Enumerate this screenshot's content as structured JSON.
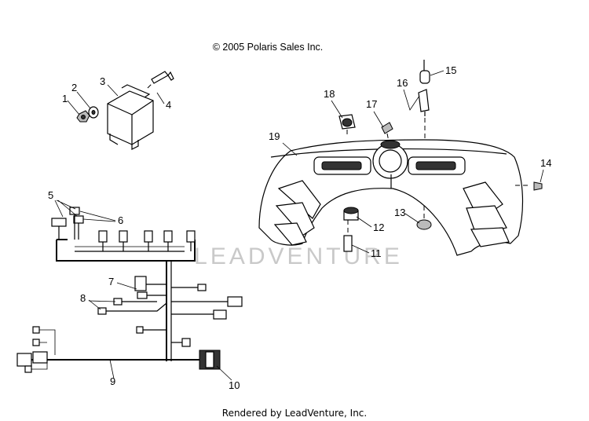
{
  "header": {
    "copyright": "© 2005 Polaris Sales Inc."
  },
  "footer": {
    "rendered_by": "Rendered by LeadVenture, Inc."
  },
  "watermark": {
    "text": "LEADVENTURE"
  },
  "callouts": [
    "1",
    "2",
    "3",
    "4",
    "5",
    "6",
    "7",
    "8",
    "9",
    "10",
    "11",
    "12",
    "13",
    "14",
    "15",
    "16",
    "17",
    "18",
    "19"
  ]
}
